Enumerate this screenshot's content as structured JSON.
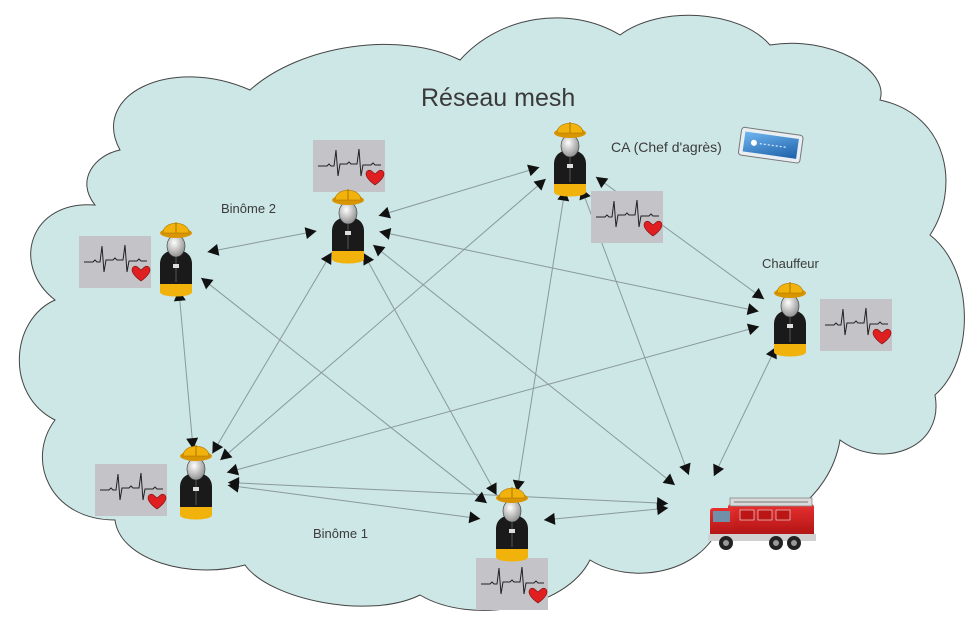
{
  "title": "Réseau mesh",
  "labels": {
    "binome2": "Binôme 2",
    "binome1": "Binôme 1",
    "chauffeur": "Chauffeur",
    "ca": "CA  (Chef d'agrès)"
  },
  "colors": {
    "cloud_fill": "#cde6e6",
    "cloud_stroke": "#444444",
    "link_line": "#8a9a9a",
    "monitor_bg": "#c4c4c8",
    "heart": "#e02020",
    "helmet": "#f2b20c",
    "truck": "#cc1a1a"
  },
  "nodes": [
    {
      "id": "binome2-left",
      "role": "firefighter",
      "has_monitor": true
    },
    {
      "id": "binome2-right",
      "role": "firefighter",
      "has_monitor": true
    },
    {
      "id": "ca",
      "role": "firefighter",
      "has_monitor": true,
      "has_tablet": true
    },
    {
      "id": "chauffeur",
      "role": "firefighter",
      "has_monitor": true
    },
    {
      "id": "binome1-left",
      "role": "firefighter",
      "has_monitor": true
    },
    {
      "id": "binome1-center",
      "role": "firefighter",
      "has_monitor": true
    },
    {
      "id": "truck",
      "role": "fire-truck",
      "has_monitor": false
    }
  ],
  "links": [
    [
      "binome2-left",
      "binome2-right"
    ],
    [
      "binome2-left",
      "binome1-left"
    ],
    [
      "binome2-left",
      "binome1-center"
    ],
    [
      "binome2-right",
      "ca"
    ],
    [
      "binome2-right",
      "chauffeur"
    ],
    [
      "binome2-right",
      "binome1-left"
    ],
    [
      "binome2-right",
      "binome1-center"
    ],
    [
      "binome2-right",
      "truck"
    ],
    [
      "ca",
      "binome1-left"
    ],
    [
      "ca",
      "binome1-center"
    ],
    [
      "ca",
      "truck"
    ],
    [
      "ca",
      "chauffeur"
    ],
    [
      "chauffeur",
      "binome1-left"
    ],
    [
      "chauffeur",
      "truck"
    ],
    [
      "binome1-left",
      "binome1-center"
    ],
    [
      "binome1-left",
      "truck"
    ],
    [
      "binome1-center",
      "truck"
    ]
  ]
}
